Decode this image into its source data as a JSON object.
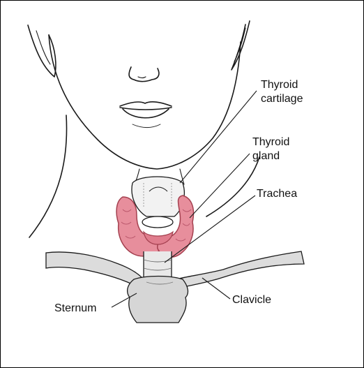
{
  "diagram": {
    "labels": {
      "thyroid_cartilage": [
        "Thyroid",
        "cartilage"
      ],
      "thyroid_gland": [
        "Thyroid",
        "gland"
      ],
      "trachea": "Trachea",
      "clavicle": "Clavicle",
      "sternum": "Sternum"
    },
    "colors": {
      "gland_fill": "#e78e9c",
      "gland_stroke": "#a4404f",
      "bone_fill": "#dcdcdc",
      "line": "#1a1a1a"
    }
  }
}
